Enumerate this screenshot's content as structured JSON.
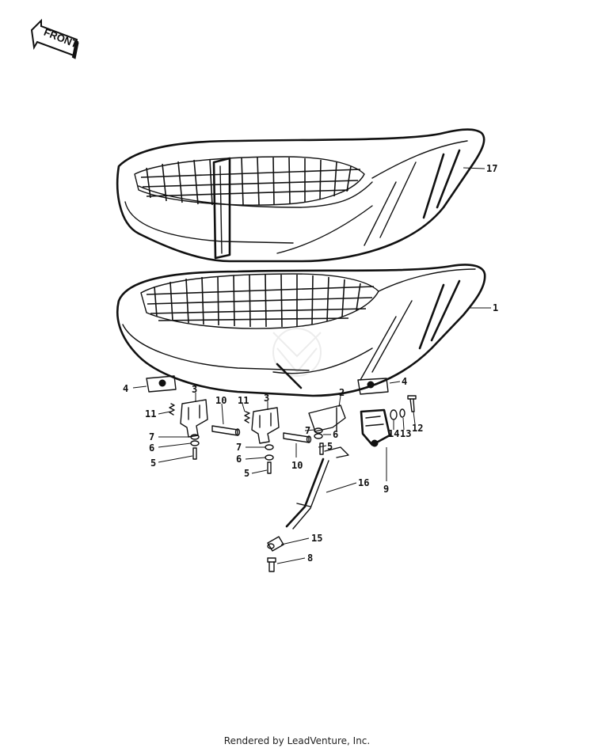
{
  "front_arrow": {
    "label": "FRONT"
  },
  "callouts": {
    "c17": "17",
    "c1": "1",
    "c4a": "4",
    "c4b": "4",
    "c3a": "3",
    "c3b": "3",
    "c2": "2",
    "c11a": "11",
    "c11b": "11",
    "c10a": "10",
    "c10b": "10",
    "c7a": "7",
    "c7b": "7",
    "c7c": "7",
    "c6a": "6",
    "c6b": "6",
    "c6c": "6",
    "c5a": "5",
    "c5b": "5",
    "c5c": "5",
    "c14": "14",
    "c13": "13",
    "c12": "12",
    "c9": "9",
    "c16": "16",
    "c15": "15",
    "c8": "8"
  },
  "footer": {
    "text": "Rendered by LeadVenture, Inc."
  }
}
